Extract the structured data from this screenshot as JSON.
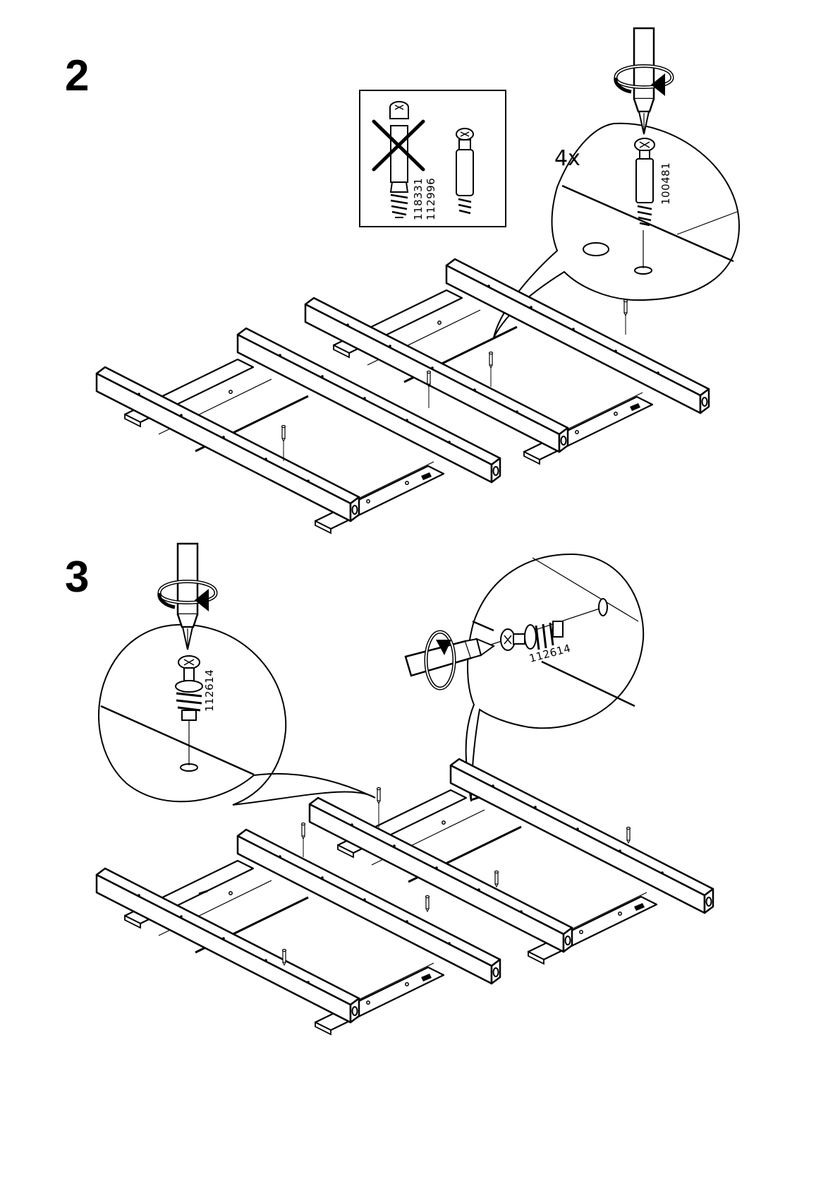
{
  "steps": [
    {
      "number": "2",
      "quantity": "4x",
      "part_number": "100481",
      "wrong_parts": [
        "118331",
        "112996"
      ]
    },
    {
      "number": "3",
      "part_number_left": "112614",
      "part_number_right": "112614"
    }
  ],
  "colors": {
    "ink": "#000000",
    "paper": "#ffffff"
  }
}
